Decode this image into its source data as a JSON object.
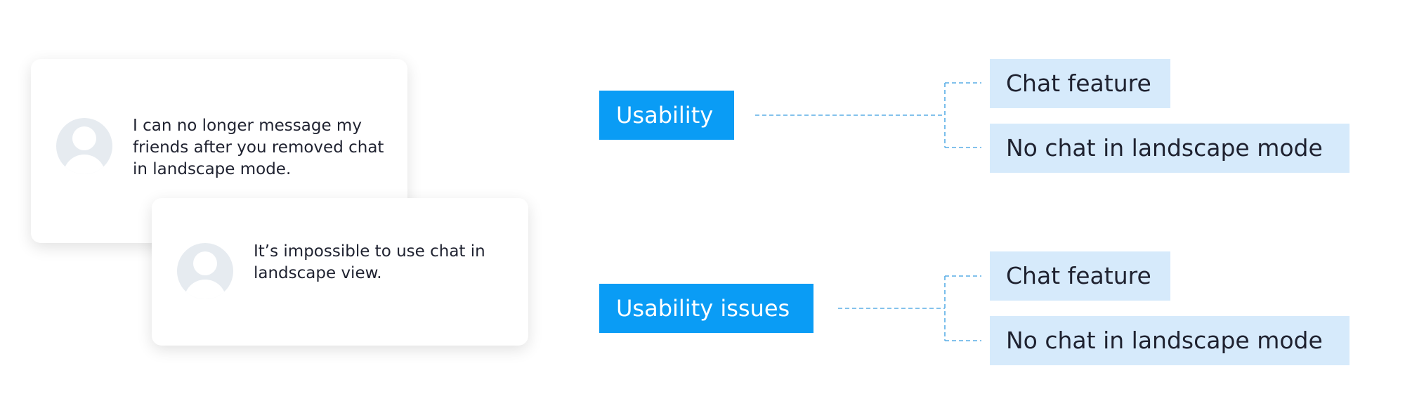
{
  "feedback_cards": [
    {
      "quote": "I can no longer message my friends after you removed chat in landscape mode.",
      "avatar_icon": "user-avatar-icon"
    },
    {
      "quote": "It’s impossible to use chat in landscape view.",
      "avatar_icon": "user-avatar-icon"
    }
  ],
  "groups": [
    {
      "tag": "Usability",
      "children": [
        "Chat feature",
        "No chat in landscape mode"
      ]
    },
    {
      "tag": "Usability issues",
      "children": [
        "Chat feature",
        "No chat in landscape mode"
      ]
    }
  ],
  "colors": {
    "tag_bg": "#0a9cf5",
    "subtag_bg": "#d6eafb",
    "connector": "#5aaee6",
    "avatar_bg": "#e6ebf0"
  }
}
